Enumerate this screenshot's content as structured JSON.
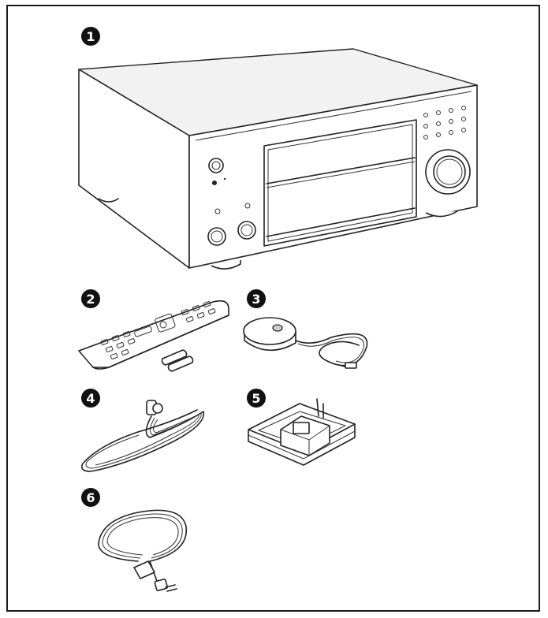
{
  "items": [
    {
      "number": "1",
      "icon": "av-receiver-icon"
    },
    {
      "number": "2",
      "icon": "remote-control-icon"
    },
    {
      "number": "3",
      "icon": "calibration-microphone-icon"
    },
    {
      "number": "4",
      "icon": "fm-antenna-icon"
    },
    {
      "number": "5",
      "icon": "am-loop-antenna-icon"
    },
    {
      "number": "6",
      "icon": "power-cord-icon"
    }
  ]
}
